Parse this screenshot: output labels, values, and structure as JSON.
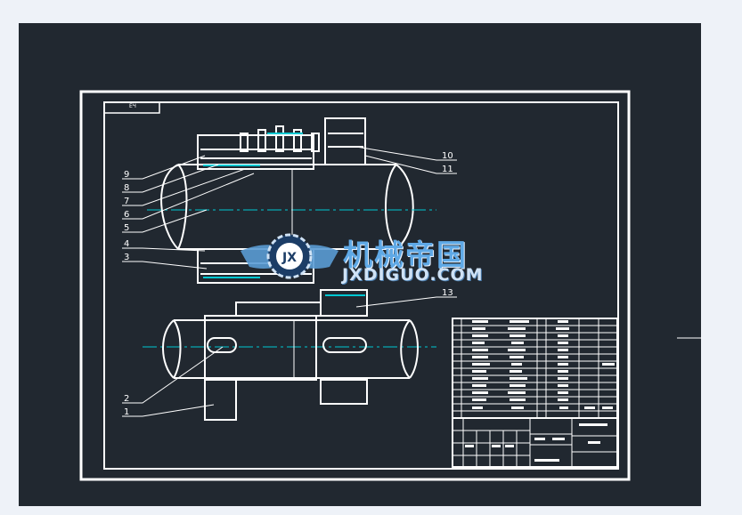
{
  "drawing": {
    "sheet_tag": "ЕЧ",
    "part_labels": [
      "9",
      "8",
      "7",
      "6",
      "5",
      "4",
      "3",
      "10",
      "11",
      "13",
      "2",
      "1"
    ]
  },
  "watermark": {
    "cn": "机械帝国",
    "en": "JXDIGUO.COM",
    "logo_letters": "JX"
  },
  "colors": {
    "background": "#212830",
    "line": "#ffffff",
    "centerline": "#00c8d2",
    "page": "#eef2f8"
  }
}
